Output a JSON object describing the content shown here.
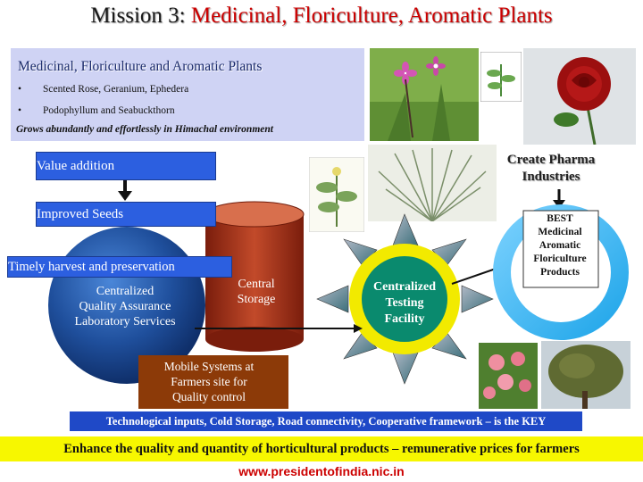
{
  "title": {
    "prefix": "Mission 3:",
    "main": "Medicinal, Floriculture, Aromatic Plants"
  },
  "info_box": {
    "heading": "Medicinal, Floriculture and Aromatic Plants",
    "bullets": [
      "Scented Rose, Geranium, Ephedera",
      "Podophyllum and Seabuckthorn"
    ],
    "bullet_symbol": "•",
    "footer": "Grows abundantly and effortlessly in Himachal environment"
  },
  "diagram": {
    "value_addition": "Value addition",
    "improved_seeds": "Improved Seeds",
    "timely_harvest": "Timely harvest and preservation",
    "qa_lab": [
      "Centralized",
      "Quality Assurance",
      "Laboratory Services"
    ],
    "central_storage": [
      "Central",
      "Storage"
    ],
    "testing_facility": [
      "Centralized",
      "Testing",
      "Facility"
    ],
    "create_pharma": [
      "Create Pharma",
      "Industries"
    ],
    "best_products": [
      "BEST",
      "Medicinal",
      "Aromatic",
      "Floriculture",
      "Products"
    ],
    "mobile_systems": [
      "Mobile Systems at",
      "Farmers site for",
      "Quality control"
    ]
  },
  "key_bar": "Technological inputs, Cold Storage, Road connectivity, Cooperative framework – is the KEY",
  "enhance_bar": "Enhance the quality and quantity of horticultural products – remunerative prices for farmers",
  "url": "www.presidentofindia.nic.in",
  "colors": {
    "title_red": "#cc0000",
    "info_bg": "#cfd3f4",
    "box_blue": "#2c5fe0",
    "storage_red": "#b0361d",
    "sphere_blue": "#173f8a",
    "sun_yellow": "#f2ea00",
    "sun_center": "#0a8a6e",
    "mobile_brown": "#8c3a08",
    "key_blue": "#1f49c7",
    "enhance_yellow": "#f7f700"
  },
  "icons": [
    "arrow-icon",
    "flower-photo",
    "rose-photo",
    "grass-photo",
    "herb-illustration",
    "tree-photo"
  ]
}
